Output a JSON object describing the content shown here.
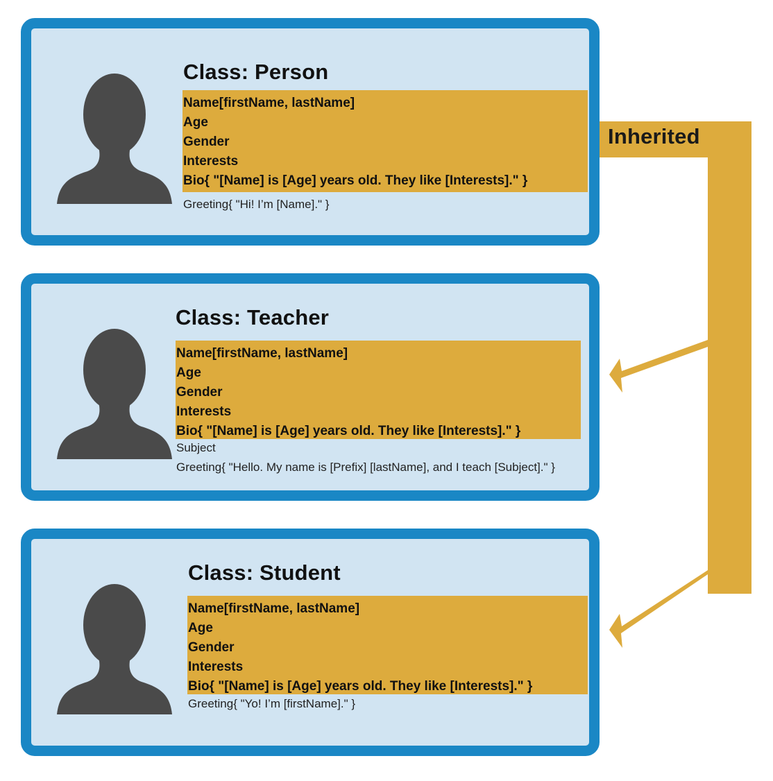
{
  "inherited_label": "Inherited",
  "colors": {
    "card_border": "#1a87c5",
    "card_background": "#d1e4f2",
    "inherited_highlight": "#ddab3d",
    "arrow": "#ddab3d",
    "avatar": "#4a4a4a"
  },
  "classes": [
    {
      "title": "Class: Person",
      "inherited_members": [
        "Name[firstName, lastName]",
        "Age",
        "Gender",
        "Interests",
        "Bio{ \"[Name] is [Age] years old. They like [Interests].\" }"
      ],
      "own_members": [
        "Greeting{ \"Hi! I’m [Name].\"  }"
      ]
    },
    {
      "title": "Class: Teacher",
      "inherited_members": [
        "Name[firstName, lastName]",
        "Age",
        "Gender",
        "Interests",
        "Bio{ \"[Name] is [Age] years old. They like [Interests].\" }"
      ],
      "own_members": [
        "Subject",
        "Greeting{ \"Hello. My name is [Prefix] [lastName], and I teach [Subject].\" }"
      ]
    },
    {
      "title": "Class: Student",
      "inherited_members": [
        "Name[firstName, lastName]",
        "Age",
        "Gender",
        "Interests",
        "Bio{ \"[Name] is [Age] years old. They like [Interests].\" }"
      ],
      "own_members": [
        "Greeting{ \"Yo! I’m [firstName].\"  }"
      ]
    }
  ]
}
